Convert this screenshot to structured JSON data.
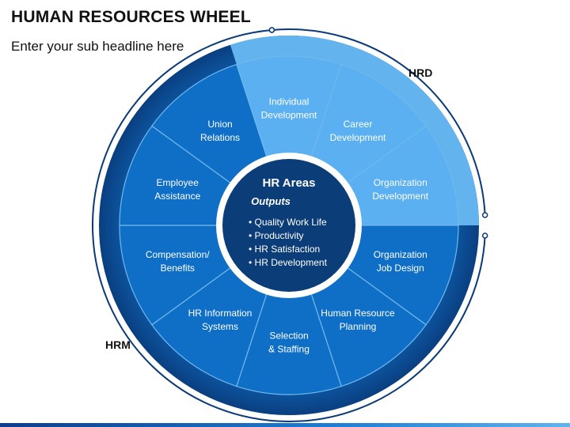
{
  "header": {
    "title": "HUMAN RESOURCES WHEEL",
    "subtitle": "Enter your sub headline here"
  },
  "arc_labels": {
    "hrd": "HRD",
    "hrm": "HRM"
  },
  "center": {
    "title": "HR Areas",
    "subtitle": "Outputs",
    "bullets": [
      "• Quality Work Life",
      "• Productivity",
      "• HR Satisfaction",
      "• HR Development"
    ]
  },
  "segments": [
    {
      "lines": [
        "Individual",
        "Development"
      ],
      "group": "HRD"
    },
    {
      "lines": [
        "Career",
        "Development"
      ],
      "group": "HRD"
    },
    {
      "lines": [
        "Organization",
        "Development"
      ],
      "group": "HRD"
    },
    {
      "lines": [
        "Organization",
        "Job Design"
      ],
      "group": "HRM"
    },
    {
      "lines": [
        "Human Resource",
        "Planning"
      ],
      "group": "HRM"
    },
    {
      "lines": [
        "Selection",
        "& Staffing"
      ],
      "group": "HRM"
    },
    {
      "lines": [
        "HR Information",
        "Systems"
      ],
      "group": "HRM"
    },
    {
      "lines": [
        "Compensation/",
        "Benefits"
      ],
      "group": "HRM"
    },
    {
      "lines": [
        "Employee",
        "Assistance"
      ],
      "group": "HRM"
    },
    {
      "lines": [
        "Union",
        "Relations"
      ],
      "group": "HRM"
    }
  ],
  "colors": {
    "hrd_segment": "#5ab0f0",
    "hrm_segment": "#0f6fc6",
    "divider": "#6fb8ec",
    "outer_ring": "#0a4a8f",
    "hrd_ring": "#63b3ee",
    "center_fill": "#0b3d78",
    "center_rim": "#ffffff",
    "outer_arc": "#0a3a7a"
  }
}
